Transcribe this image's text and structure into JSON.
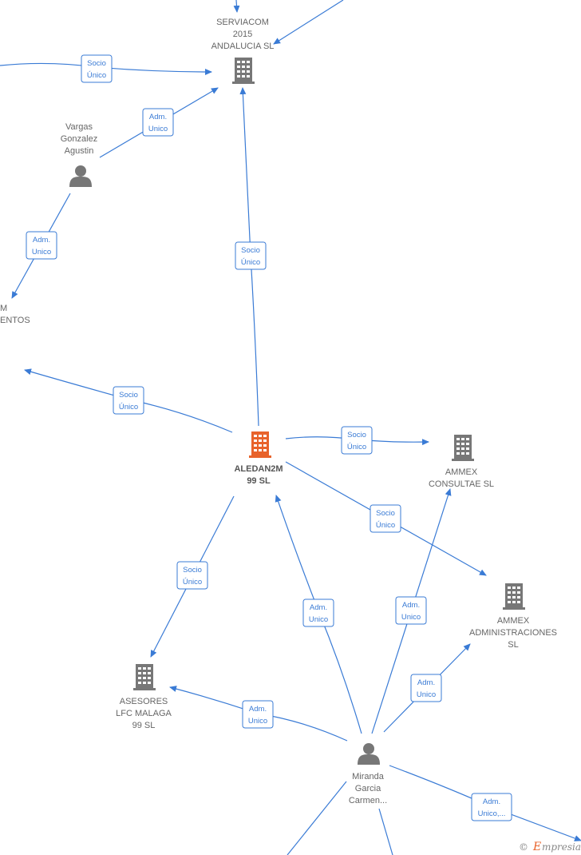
{
  "colors": {
    "edge": "#3a7bd5",
    "company": "#777777",
    "company_main": "#e8632b",
    "person": "#777777",
    "node_text": "#666666"
  },
  "nodes": {
    "serviacom": {
      "lines": [
        "SERVIACOM",
        "2015",
        "ANDALUCIA  SL"
      ],
      "icon": "building-icon"
    },
    "vargas": {
      "lines": [
        "Vargas",
        "Gonzalez",
        "Agustin"
      ],
      "icon": "person-icon"
    },
    "partial_left": {
      "lines": [
        "M",
        "ENTOS"
      ]
    },
    "aledan": {
      "lines": [
        "ALEDAN2M",
        "99  SL"
      ],
      "icon": "building-icon"
    },
    "ammex_consultae": {
      "lines": [
        "AMMEX",
        "CONSULTAE  SL"
      ],
      "icon": "building-icon"
    },
    "ammex_admin": {
      "lines": [
        "AMMEX",
        "ADMINISTRACIONES",
        "SL"
      ],
      "icon": "building-icon"
    },
    "asesores": {
      "lines": [
        "ASESORES",
        "LFC MALAGA",
        "99  SL"
      ],
      "icon": "building-icon"
    },
    "miranda": {
      "lines": [
        "Miranda",
        "Garcia",
        "Carmen..."
      ],
      "icon": "person-icon"
    }
  },
  "edge_labels": [
    [
      "Socio",
      "Único"
    ],
    [
      "Adm.",
      "Unico"
    ],
    [
      "Adm.",
      "Unico"
    ],
    [
      "Socio",
      "Único"
    ],
    [
      "Socio",
      "Único"
    ],
    [
      "Socio",
      "Único"
    ],
    [
      "Socio",
      "Único"
    ],
    [
      "Socio",
      "Único"
    ],
    [
      "Adm.",
      "Unico"
    ],
    [
      "Adm.",
      "Unico"
    ],
    [
      "Adm.",
      "Unico"
    ],
    [
      "Adm.",
      "Unico"
    ],
    [
      "Adm.",
      "Unico,..."
    ]
  ],
  "watermark": {
    "symbol": "©",
    "initial": "E",
    "rest": "mpresia"
  }
}
